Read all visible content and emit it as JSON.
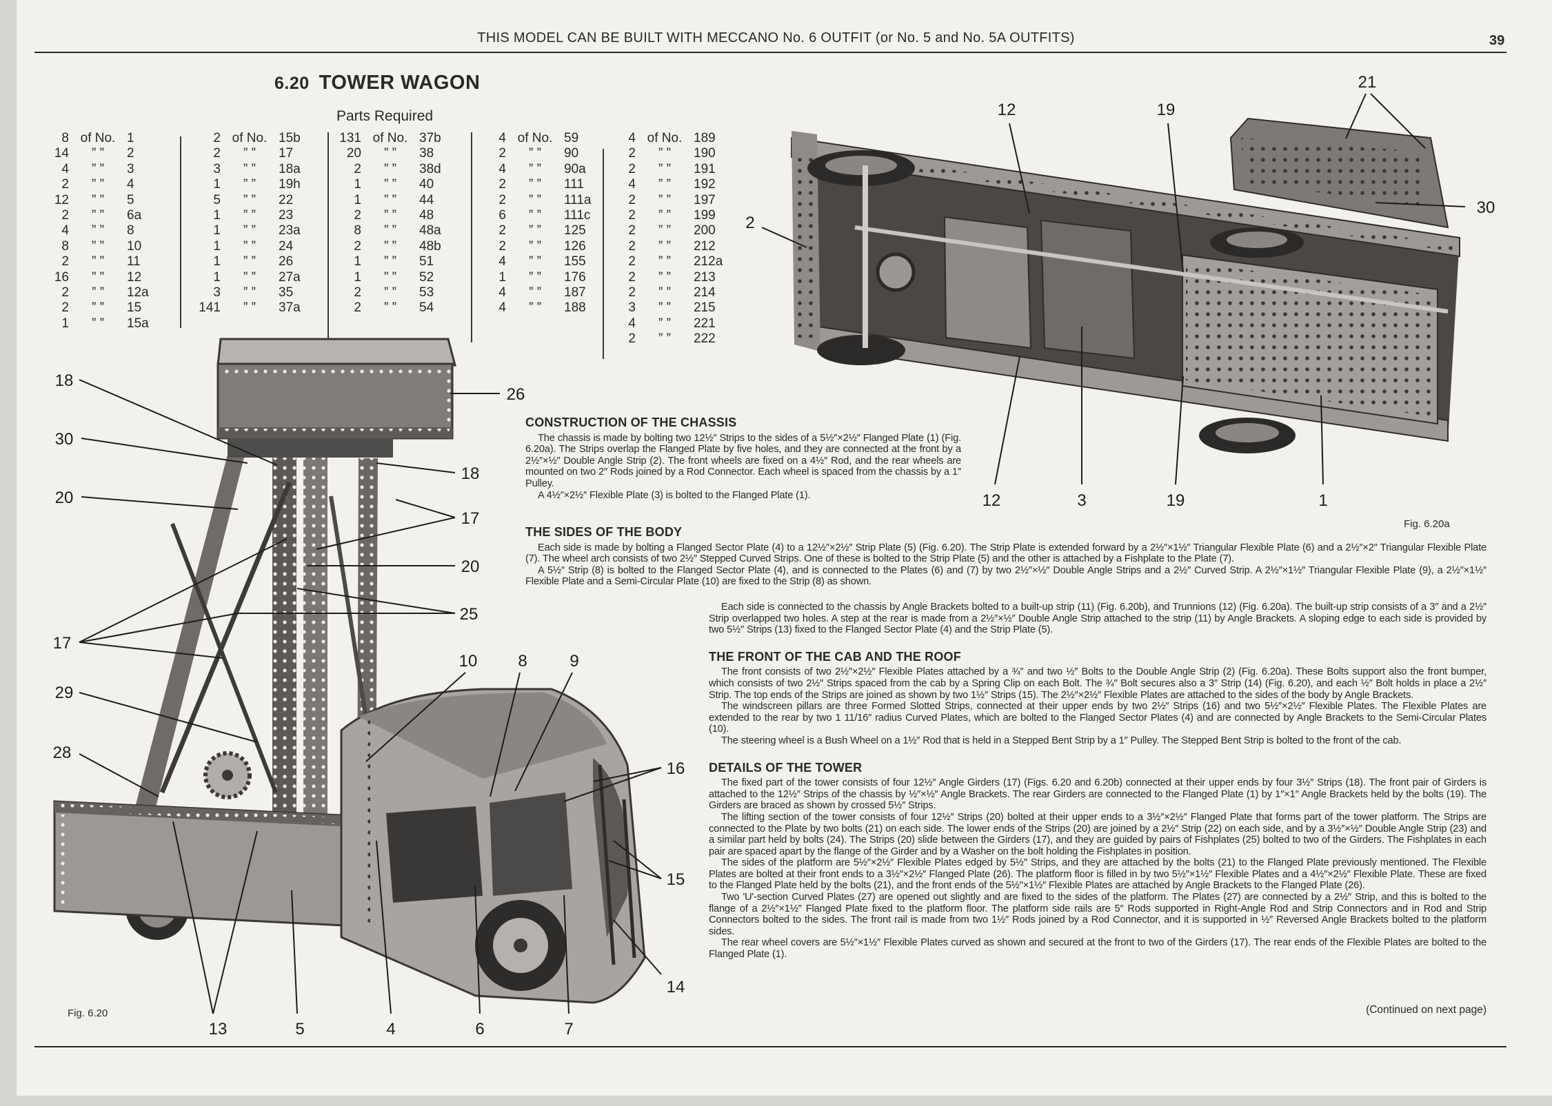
{
  "header": {
    "running_head": "THIS MODEL CAN BE BUILT WITH MECCANO No. 6 OUTFIT (or No. 5 and No. 5A OUTFITS)",
    "page_number": "39"
  },
  "model": {
    "number": "6.20",
    "title": "TOWER WAGON"
  },
  "parts": {
    "heading": "Parts Required",
    "columns": [
      [
        {
          "qty": "8",
          "sep": "of No.",
          "no": "1"
        },
        {
          "qty": "14",
          "sep": "”  ”",
          "no": "2"
        },
        {
          "qty": "4",
          "sep": "”  ”",
          "no": "3"
        },
        {
          "qty": "2",
          "sep": "”  ”",
          "no": "4"
        },
        {
          "qty": "12",
          "sep": "”  ”",
          "no": "5"
        },
        {
          "qty": "2",
          "sep": "”  ”",
          "no": "6a"
        },
        {
          "qty": "4",
          "sep": "”  ”",
          "no": "8"
        },
        {
          "qty": "8",
          "sep": "”  ”",
          "no": "10"
        },
        {
          "qty": "2",
          "sep": "”  ”",
          "no": "11"
        },
        {
          "qty": "16",
          "sep": "”  ”",
          "no": "12"
        },
        {
          "qty": "2",
          "sep": "”  ”",
          "no": "12a"
        },
        {
          "qty": "2",
          "sep": "”  ”",
          "no": "15"
        },
        {
          "qty": "1",
          "sep": "”  ”",
          "no": "15a"
        }
      ],
      [
        {
          "qty": "2",
          "sep": "of No.",
          "no": "15b"
        },
        {
          "qty": "2",
          "sep": "”  ”",
          "no": "17"
        },
        {
          "qty": "3",
          "sep": "”  ”",
          "no": "18a"
        },
        {
          "qty": "1",
          "sep": "”  ”",
          "no": "19h"
        },
        {
          "qty": "5",
          "sep": "”  ”",
          "no": "22"
        },
        {
          "qty": "1",
          "sep": "”  ”",
          "no": "23"
        },
        {
          "qty": "1",
          "sep": "”  ”",
          "no": "23a"
        },
        {
          "qty": "1",
          "sep": "”  ”",
          "no": "24"
        },
        {
          "qty": "1",
          "sep": "”  ”",
          "no": "26"
        },
        {
          "qty": "1",
          "sep": "”  ”",
          "no": "27a"
        },
        {
          "qty": "3",
          "sep": "”  ”",
          "no": "35"
        },
        {
          "qty": "141",
          "sep": "”  ”",
          "no": "37a"
        }
      ],
      [
        {
          "qty": "131",
          "sep": "of No.",
          "no": "37b"
        },
        {
          "qty": "20",
          "sep": "”  ”",
          "no": "38"
        },
        {
          "qty": "2",
          "sep": "”  ”",
          "no": "38d"
        },
        {
          "qty": "1",
          "sep": "”  ”",
          "no": "40"
        },
        {
          "qty": "1",
          "sep": "”  ”",
          "no": "44"
        },
        {
          "qty": "2",
          "sep": "”  ”",
          "no": "48"
        },
        {
          "qty": "8",
          "sep": "”  ”",
          "no": "48a"
        },
        {
          "qty": "2",
          "sep": "”  ”",
          "no": "48b"
        },
        {
          "qty": "1",
          "sep": "”  ”",
          "no": "51"
        },
        {
          "qty": "1",
          "sep": "”  ”",
          "no": "52"
        },
        {
          "qty": "2",
          "sep": "”  ”",
          "no": "53"
        },
        {
          "qty": "2",
          "sep": "”  ”",
          "no": "54"
        }
      ],
      [
        {
          "qty": "4",
          "sep": "of No.",
          "no": "59"
        },
        {
          "qty": "2",
          "sep": "”  ”",
          "no": "90"
        },
        {
          "qty": "4",
          "sep": "”  ”",
          "no": "90a"
        },
        {
          "qty": "2",
          "sep": "”  ”",
          "no": "111"
        },
        {
          "qty": "2",
          "sep": "”  ”",
          "no": "111a"
        },
        {
          "qty": "6",
          "sep": "”  ”",
          "no": "111c"
        },
        {
          "qty": "2",
          "sep": "”  ”",
          "no": "125"
        },
        {
          "qty": "2",
          "sep": "”  ”",
          "no": "126"
        },
        {
          "qty": "4",
          "sep": "”  ”",
          "no": "155"
        },
        {
          "qty": "1",
          "sep": "”  ”",
          "no": "176"
        },
        {
          "qty": "4",
          "sep": "”  ”",
          "no": "187"
        },
        {
          "qty": "4",
          "sep": "”  ”",
          "no": "188"
        }
      ],
      [
        {
          "qty": "4",
          "sep": "of No.",
          "no": "189"
        },
        {
          "qty": "2",
          "sep": "”  ”",
          "no": "190"
        },
        {
          "qty": "2",
          "sep": "”  ”",
          "no": "191"
        },
        {
          "qty": "4",
          "sep": "”  ”",
          "no": "192"
        },
        {
          "qty": "2",
          "sep": "”  ”",
          "no": "197"
        },
        {
          "qty": "2",
          "sep": "”  ”",
          "no": "199"
        },
        {
          "qty": "2",
          "sep": "”  ”",
          "no": "200"
        },
        {
          "qty": "2",
          "sep": "”  ”",
          "no": "212"
        },
        {
          "qty": "2",
          "sep": "”  ”",
          "no": "212a"
        },
        {
          "qty": "2",
          "sep": "”  ”",
          "no": "213"
        },
        {
          "qty": "2",
          "sep": "”  ”",
          "no": "214"
        },
        {
          "qty": "3",
          "sep": "”  ”",
          "no": "215"
        },
        {
          "qty": "4",
          "sep": "”  ”",
          "no": "221"
        },
        {
          "qty": "2",
          "sep": "”  ”",
          "no": "222"
        }
      ]
    ]
  },
  "sections": {
    "chassis": {
      "heading": "CONSTRUCTION OF THE CHASSIS",
      "paragraphs": [
        "The chassis is made by bolting two 12½″ Strips to the sides of a 5½″×2½″ Flanged Plate (1) (Fig. 6.20a). The Strips overlap the Flanged Plate by five holes, and they are connected at the front by a 2½″×½″ Double Angle Strip (2). The front wheels are fixed on a 4½″ Rod, and the rear wheels are mounted on two 2″ Rods joined by a Rod Connector. Each wheel is spaced from the chassis by a 1″ Pulley.",
        "A 4½″×2½″ Flexible Plate (3) is bolted to the Flanged Plate (1)."
      ]
    },
    "sides": {
      "heading": "THE SIDES OF THE BODY",
      "paragraphs": [
        "Each side is made by bolting a Flanged Sector Plate (4) to a 12½″×2½″ Strip Plate (5) (Fig. 6.20). The Strip Plate is extended forward by a 2½″×1½″ Triangular Flexible Plate (6) and a 2½″×2″ Triangular Flexible Plate (7). The wheel arch consists of two 2½″ Stepped Curved Strips. One of these is bolted to the Strip Plate (5) and the other is attached by a Fishplate to the Plate (7).",
        "A 5½″ Strip (8) is bolted to the Flanged Sector Plate (4), and is connected to the Plates (6) and (7) by two 2½″×½″ Double Angle Strips and a 2½″ Curved Strip. A 2½″×1½″ Triangular Flexible Plate (9), a 2½″×1½″ Flexible Plate and a Semi-Circular Plate (10) are fixed to the Strip (8) as shown.",
        "Each side is connected to the chassis by Angle Brackets bolted to a built-up strip (11) (Fig. 6.20b), and Trunnions (12) (Fig. 6.20a). The built-up strip consists of a 3″ and a 2½″ Strip overlapped two holes. A step at the rear is made from a 2½″×½″ Double Angle Strip attached to the strip (11) by Angle Brackets. A sloping edge to each side is provided by two 5½″ Strips (13) fixed to the Flanged Sector Plate (4) and the Strip Plate (5)."
      ]
    },
    "cab": {
      "heading": "THE FRONT OF THE CAB AND THE ROOF",
      "paragraphs": [
        "The front consists of two 2½″×2½″ Flexible Plates attached by a ¾″ and two ½″ Bolts to the Double Angle Strip (2) (Fig. 6.20a). These Bolts support also the front bumper, which consists of two 2½″ Strips spaced from the cab by a Spring Clip on each Bolt. The ¾″ Bolt secures also a 3″ Strip (14) (Fig. 6.20), and each ½″ Bolt holds in place a 2½″ Strip. The top ends of the Strips are joined as shown by two 1½″ Strips (15). The 2½″×2½″ Flexible Plates are attached to the sides of the body by Angle Brackets.",
        "The windscreen pillars are three Formed Slotted Strips, connected at their upper ends by two 2½″ Strips (16) and two 5½″×2½″ Flexible Plates. The Flexible Plates are extended to the rear by two 1 11/16″ radius Curved Plates, which are bolted to the Flanged Sector Plates (4) and are connected by Angle Brackets to the Semi-Circular Plates (10).",
        "The steering wheel is a Bush Wheel on a 1½″ Rod that is held in a Stepped Bent Strip by a 1″ Pulley. The Stepped Bent Strip is bolted to the front of the cab."
      ]
    },
    "tower": {
      "heading": "DETAILS OF THE TOWER",
      "paragraphs": [
        "The fixed part of the tower consists of four 12½″ Angle Girders (17) (Figs. 6.20 and 6.20b) connected at their upper ends by four 3½″ Strips (18). The front pair of Girders is attached to the 12½″ Strips of the chassis by ½″×½″ Angle Brackets.   The rear Girders are connected to the Flanged Plate (1) by 1″×1″ Angle Brackets held by the bolts (19). The Girders are braced as shown by crossed 5½″ Strips.",
        "The lifting section of the tower consists of four 12½″ Strips (20) bolted at their upper ends to a 3½″×2½″ Flanged Plate that forms part of the tower platform. The Strips are connected to the Plate by two bolts (21) on each side. The lower ends of the Strips (20) are joined by a 2½″ Strip (22) on each side, and by a 3½″×½″ Double Angle Strip (23) and a similar part held by bolts (24). The Strips (20) slide between the Girders (17), and they are guided by pairs of Fishplates (25) bolted to two of the Girders. The Fishplates in each pair are spaced apart by the flange of the Girder and by a Washer on the bolt holding the Fishplates in position.",
        "The sides of the platform are 5½″×2½″ Flexible Plates edged by 5½″ Strips, and they are attached by the bolts (21) to the Flanged Plate previously mentioned. The Flexible Plates are bolted at their front ends to a 3½″×2½″ Flanged Plate (26). The platform floor is filled in by two 5½″×1½″ Flexible Plates and a 4½″×2½″ Flexible Plate. These are fixed to the Flanged Plate held by the bolts (21), and the front ends of the 5½″×1½″ Flexible Plates are attached by Angle Brackets to the Flanged Plate (26).",
        "Two 'U'-section Curved Plates (27) are opened out slightly and are fixed to the sides of the platform. The Plates (27) are connected by a 2½″ Strip, and this is bolted to the flange of a 2½″×1½″ Flanged Plate fixed to the platform floor. The platform side rails are 5″ Rods supported in Right-Angle Rod and Strip Connectors and in Rod and Strip Connectors bolted to the sides. The front rail is made from two 1½″ Rods joined by a Rod Connector, and it is supported in ½″ Reversed Angle Brackets bolted to the platform sides.",
        "The rear wheel covers are 5½″×1½″ Flexible Plates curved as shown and secured at the front to two of the Girders (17). The rear ends of the Flexible Plates are bolted to the Flanged Plate (1)."
      ],
      "continued": "(Continued on next page)"
    }
  },
  "figures": {
    "fig_620": {
      "caption": "Fig. 6.20",
      "callouts": [
        "18",
        "30",
        "20",
        "17",
        "29",
        "28",
        "26",
        "18",
        "17",
        "20",
        "25",
        "10",
        "8",
        "9",
        "16",
        "15",
        "14",
        "13",
        "5",
        "4",
        "6",
        "7"
      ]
    },
    "fig_620a": {
      "caption": "Fig. 6.20a",
      "callouts": [
        "12",
        "19",
        "21",
        "30",
        "2",
        "12",
        "3",
        "19",
        "1"
      ]
    }
  },
  "colors": {
    "paper": "#f3f1ed",
    "ink": "#2a2927",
    "metal": "#8e8b88",
    "metal_dark": "#4a4745"
  }
}
